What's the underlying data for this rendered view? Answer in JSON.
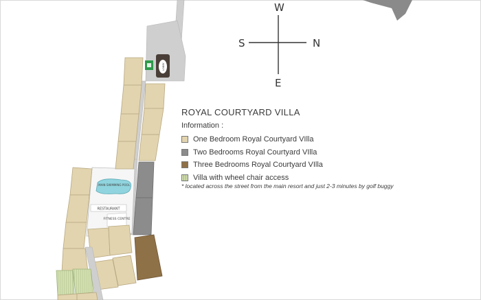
{
  "compass": {
    "top": "W",
    "left": "S",
    "right": "N",
    "bottom": "E"
  },
  "title": "ROYAL COURTYARD VILLA",
  "info_heading": "Information :",
  "legend": [
    {
      "label": "One Bedroom Royal Courtyard VIlla",
      "color": "#e2d4ae"
    },
    {
      "label": "Two Bedrooms Royal Courtyard VIlla",
      "color": "#8c8c8c"
    },
    {
      "label": "Three Bedrooms Royal Courtyard VIlla",
      "color": "#8f7147"
    },
    {
      "label": "Villa with wheel chair access",
      "color": "#d3dfb0"
    }
  ],
  "footnote": "* located across the street from the main resort and just 2-3 minutes by golf buggy",
  "map_labels": {
    "pool": "MAIN SWIMMING POOL",
    "restaurant": "RESTAURANT",
    "fitness": "FITNESS CENTRE",
    "lobby": "LOBBY"
  },
  "colors": {
    "road": "#cfcfcf",
    "one_bedroom": "#e2d4ae",
    "two_bedroom": "#8c8c8c",
    "three_bedroom": "#8f7147",
    "wheelchair": "#d3dfb0",
    "pool": "#8fd4de",
    "lobby": "#4a3f38",
    "entry_sign": "#2e9a4a"
  }
}
